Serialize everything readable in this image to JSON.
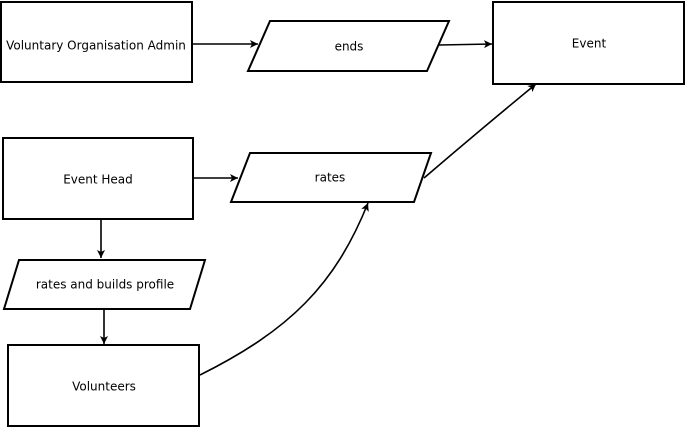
{
  "nodes": {
    "admin": {
      "label": "Voluntary Organisation Admin"
    },
    "ends": {
      "label": "ends"
    },
    "event": {
      "label": "Event"
    },
    "event_head": {
      "label": "Event Head"
    },
    "rates": {
      "label": "rates"
    },
    "rates_builds": {
      "label": "rates and builds profile"
    },
    "volunteers": {
      "label": "Volunteers"
    }
  },
  "edges": [
    {
      "from": "Voluntary Organisation Admin",
      "to": "ends"
    },
    {
      "from": "ends",
      "to": "Event"
    },
    {
      "from": "Event Head",
      "to": "rates"
    },
    {
      "from": "rates",
      "to": "Event"
    },
    {
      "from": "Event Head",
      "to": "rates and builds profile"
    },
    {
      "from": "rates and builds profile",
      "to": "Volunteers"
    },
    {
      "from": "Volunteers",
      "to": "rates"
    }
  ]
}
